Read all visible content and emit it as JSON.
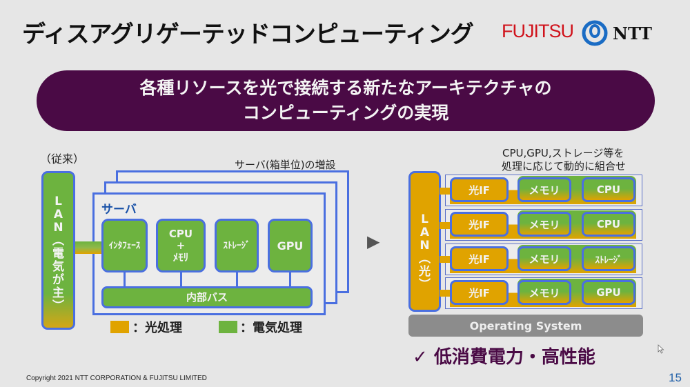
{
  "header": {
    "title": "ディスアグリゲーテッドコンピューティング",
    "logos": {
      "fujitsu": "FUJITSU",
      "ntt": "NTT"
    }
  },
  "banner": {
    "line1": "各種リソースを光で接続する新たなアーキテクチャの",
    "line2": "コンピューティングの実現"
  },
  "left": {
    "label": "（従来）",
    "server_expansion_label": "サーバ(箱単位)の増設",
    "lan_label": "LAN（電気が主）",
    "server_title": "サーバ",
    "components": [
      {
        "label": "ｲﾝﾀﾌｪｰｽ"
      },
      {
        "label": "CPU\n+\nﾒﾓﾘ"
      },
      {
        "label": "ｽﾄﾚｰｼﾞ"
      },
      {
        "label": "GPU"
      }
    ],
    "bus_label": "内部バス",
    "legend": [
      {
        "label": "：光処理",
        "color": "#e0a300"
      },
      {
        "label": "：電気処理",
        "color": "#6db33f"
      }
    ]
  },
  "arrow": "▶",
  "right": {
    "caption_line1": "CPU,GPU,ストレージ等を",
    "caption_line2": "処理に応じて動的に組合せ",
    "lan_label": "LAN（光）",
    "rows": [
      {
        "if": "光IF",
        "mem": "メモリ",
        "unit": "CPU"
      },
      {
        "if": "光IF",
        "mem": "メモリ",
        "unit": "CPU"
      },
      {
        "if": "光IF",
        "mem": "メモリ",
        "unit": "ｽﾄﾚｰｼﾞ"
      },
      {
        "if": "光IF",
        "mem": "メモリ",
        "unit": "GPU"
      }
    ],
    "os_label": "Operating System",
    "benefit": "✓ 低消費電力・高性能"
  },
  "footer": {
    "copyright": "Copyright 2021 NTT CORPORATION & FUJITSU LIMITED",
    "page_number": "15"
  },
  "colors": {
    "optical": "#e0a300",
    "electrical": "#6db33f",
    "banner": "#4a0a45",
    "border_blue": "#4a6fe0",
    "page_number": "#1f5fa8"
  }
}
